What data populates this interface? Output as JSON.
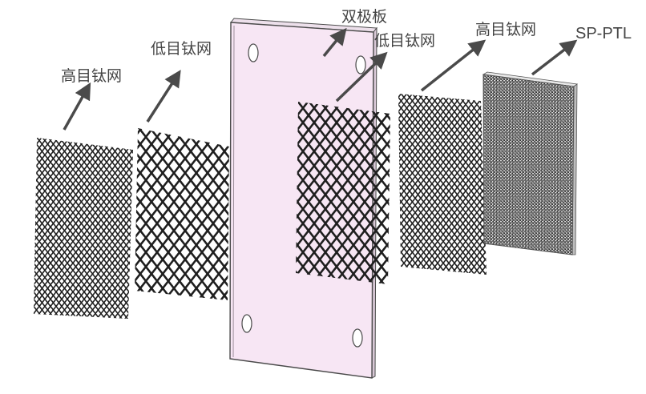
{
  "labels": {
    "high_mesh_left": "高目钛网",
    "low_mesh_left": "低目钛网",
    "bipolar_plate": "双极板",
    "low_mesh_right": "低目钛网",
    "high_mesh_right": "高目钛网",
    "sp_ptl": "SP-PTL"
  },
  "colors": {
    "plate_fill": "#f7e6f4",
    "plate_edge": "#4a4a4a",
    "mesh_dark": "#222222",
    "arrow": "#4a4a4a",
    "ptl_fill": "#777777",
    "text": "#444444"
  }
}
